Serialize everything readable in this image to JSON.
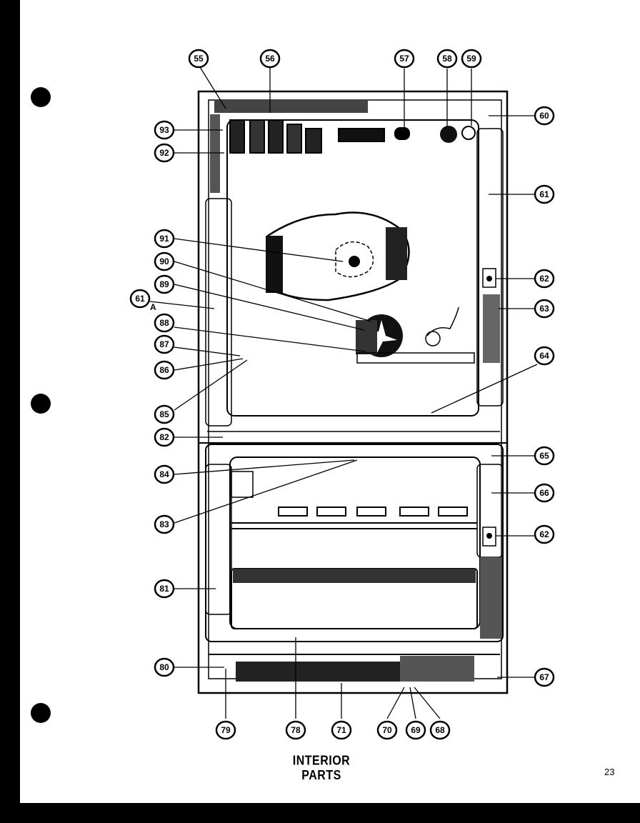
{
  "caption": "INTERIOR PARTS",
  "page_number": "23",
  "callouts": [
    {
      "label": "55"
    },
    {
      "label": "56"
    },
    {
      "label": "57"
    },
    {
      "label": "58"
    },
    {
      "label": "59"
    },
    {
      "label": "60"
    },
    {
      "label": "93"
    },
    {
      "label": "92"
    },
    {
      "label": "61"
    },
    {
      "label": "91"
    },
    {
      "label": "62"
    },
    {
      "label": "90"
    },
    {
      "label": "89"
    },
    {
      "label": "61"
    },
    {
      "label": "63"
    },
    {
      "label": "88"
    },
    {
      "label": "87"
    },
    {
      "label": "64"
    },
    {
      "label": "86"
    },
    {
      "label": "85"
    },
    {
      "label": "82"
    },
    {
      "label": "65"
    },
    {
      "label": "84"
    },
    {
      "label": "66"
    },
    {
      "label": "83"
    },
    {
      "label": "62"
    },
    {
      "label": "81"
    },
    {
      "label": "80"
    },
    {
      "label": "67"
    },
    {
      "label": "79"
    },
    {
      "label": "78"
    },
    {
      "label": "71"
    },
    {
      "label": "70"
    },
    {
      "label": "69"
    },
    {
      "label": "68"
    }
  ],
  "sub_label": "A"
}
